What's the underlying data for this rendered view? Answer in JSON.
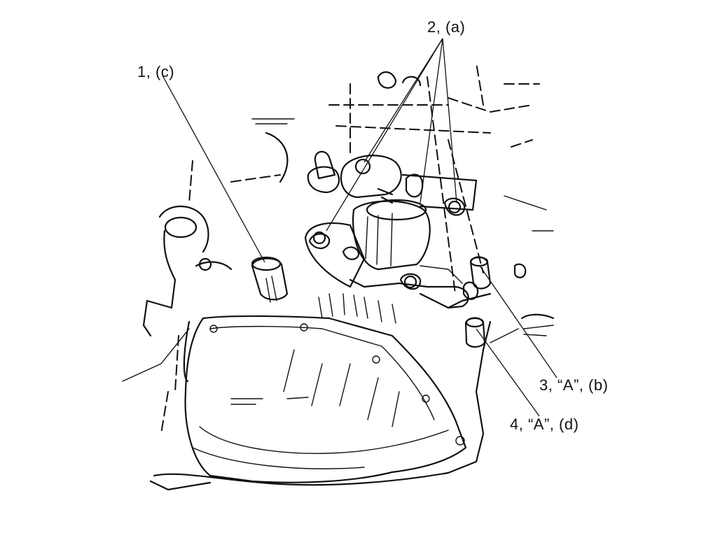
{
  "callouts": {
    "item1": "1, (c)",
    "item2": "2, (a)",
    "item3": "3, “A”, (b)",
    "item4": "4, “A”, (d)"
  },
  "colors": {
    "ink": "#111111",
    "background": "#ffffff"
  }
}
